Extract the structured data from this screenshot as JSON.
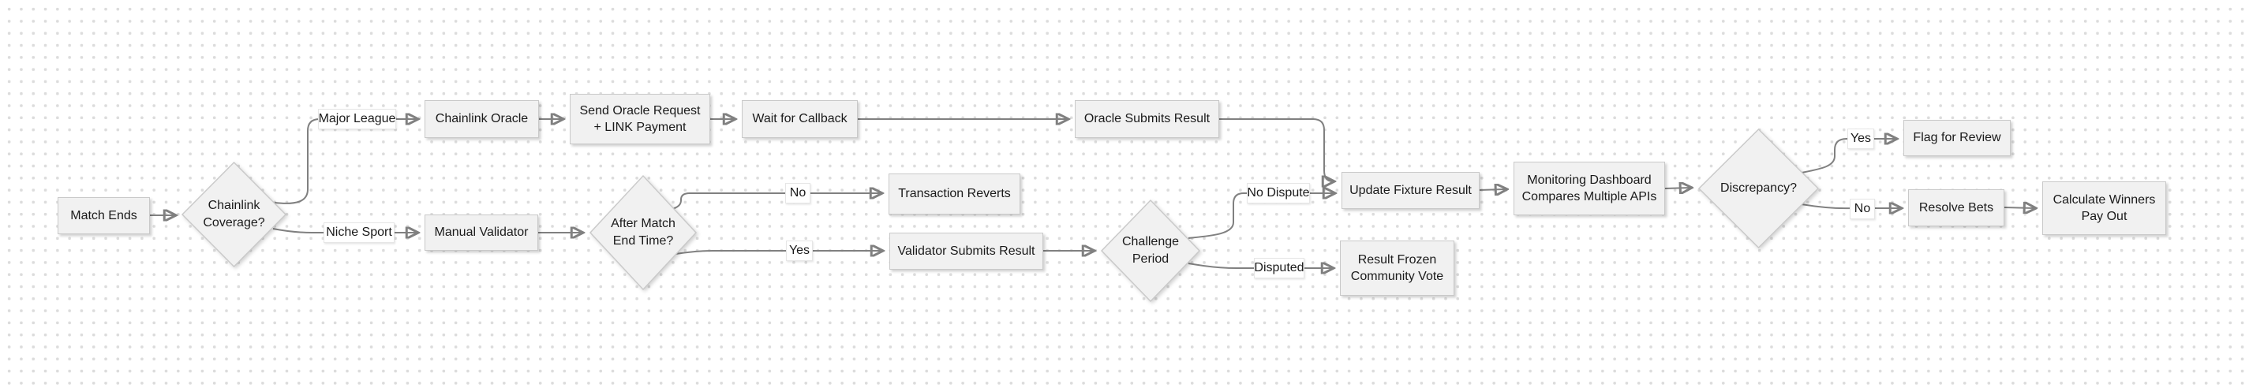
{
  "diagram": {
    "type": "flowchart",
    "topic": "Sports match result oracle / bet settlement flow",
    "colors": {
      "background": "#ffffff",
      "grid_dot": "#dcdcdc",
      "node_fill": "#f1f1f1",
      "node_border": "#c9c9c9",
      "connector_line": "#808080",
      "arrowhead": "#4d4d4d",
      "edge_label_bg": "#ffffff",
      "text": "#1a1a1a"
    }
  },
  "nodes": {
    "match_ends": {
      "label": "Match Ends",
      "shape": "process"
    },
    "chainlink_coverage": {
      "label": "Chainlink Coverage?",
      "shape": "decision"
    },
    "chainlink_oracle": {
      "label": "Chainlink Oracle",
      "shape": "process"
    },
    "send_oracle_request": {
      "label": "Send Oracle Request + LINK Payment",
      "shape": "process"
    },
    "wait_for_callback": {
      "label": "Wait for Callback",
      "shape": "process"
    },
    "oracle_submits_result": {
      "label": "Oracle Submits Result",
      "shape": "process"
    },
    "manual_validator": {
      "label": "Manual Validator",
      "shape": "process"
    },
    "after_match_end_time": {
      "label": "After Match End Time?",
      "shape": "decision"
    },
    "transaction_reverts": {
      "label": "Transaction Reverts",
      "shape": "process"
    },
    "validator_submits_result": {
      "label": "Validator Submits Result",
      "shape": "process"
    },
    "challenge_period": {
      "label": "Challenge Period",
      "shape": "decision"
    },
    "result_frozen": {
      "label": "Result Frozen Community Vote",
      "shape": "process"
    },
    "update_fixture_result": {
      "label": "Update Fixture Result",
      "shape": "process"
    },
    "monitoring_dashboard": {
      "label": "Monitoring Dashboard Compares Multiple APIs",
      "shape": "process"
    },
    "discrepancy": {
      "label": "Discrepancy?",
      "shape": "decision"
    },
    "flag_for_review": {
      "label": "Flag for Review",
      "shape": "process"
    },
    "resolve_bets": {
      "label": "Resolve Bets",
      "shape": "process"
    },
    "calculate_winners": {
      "label": "Calculate Winners Pay Out",
      "shape": "process"
    }
  },
  "edges": {
    "major_league": "Major League",
    "niche_sport": "Niche Sport",
    "after_match_no": "No",
    "after_match_yes": "Yes",
    "no_dispute": "No Dispute",
    "disputed": "Disputed",
    "discrepancy_yes": "Yes",
    "discrepancy_no": "No"
  }
}
